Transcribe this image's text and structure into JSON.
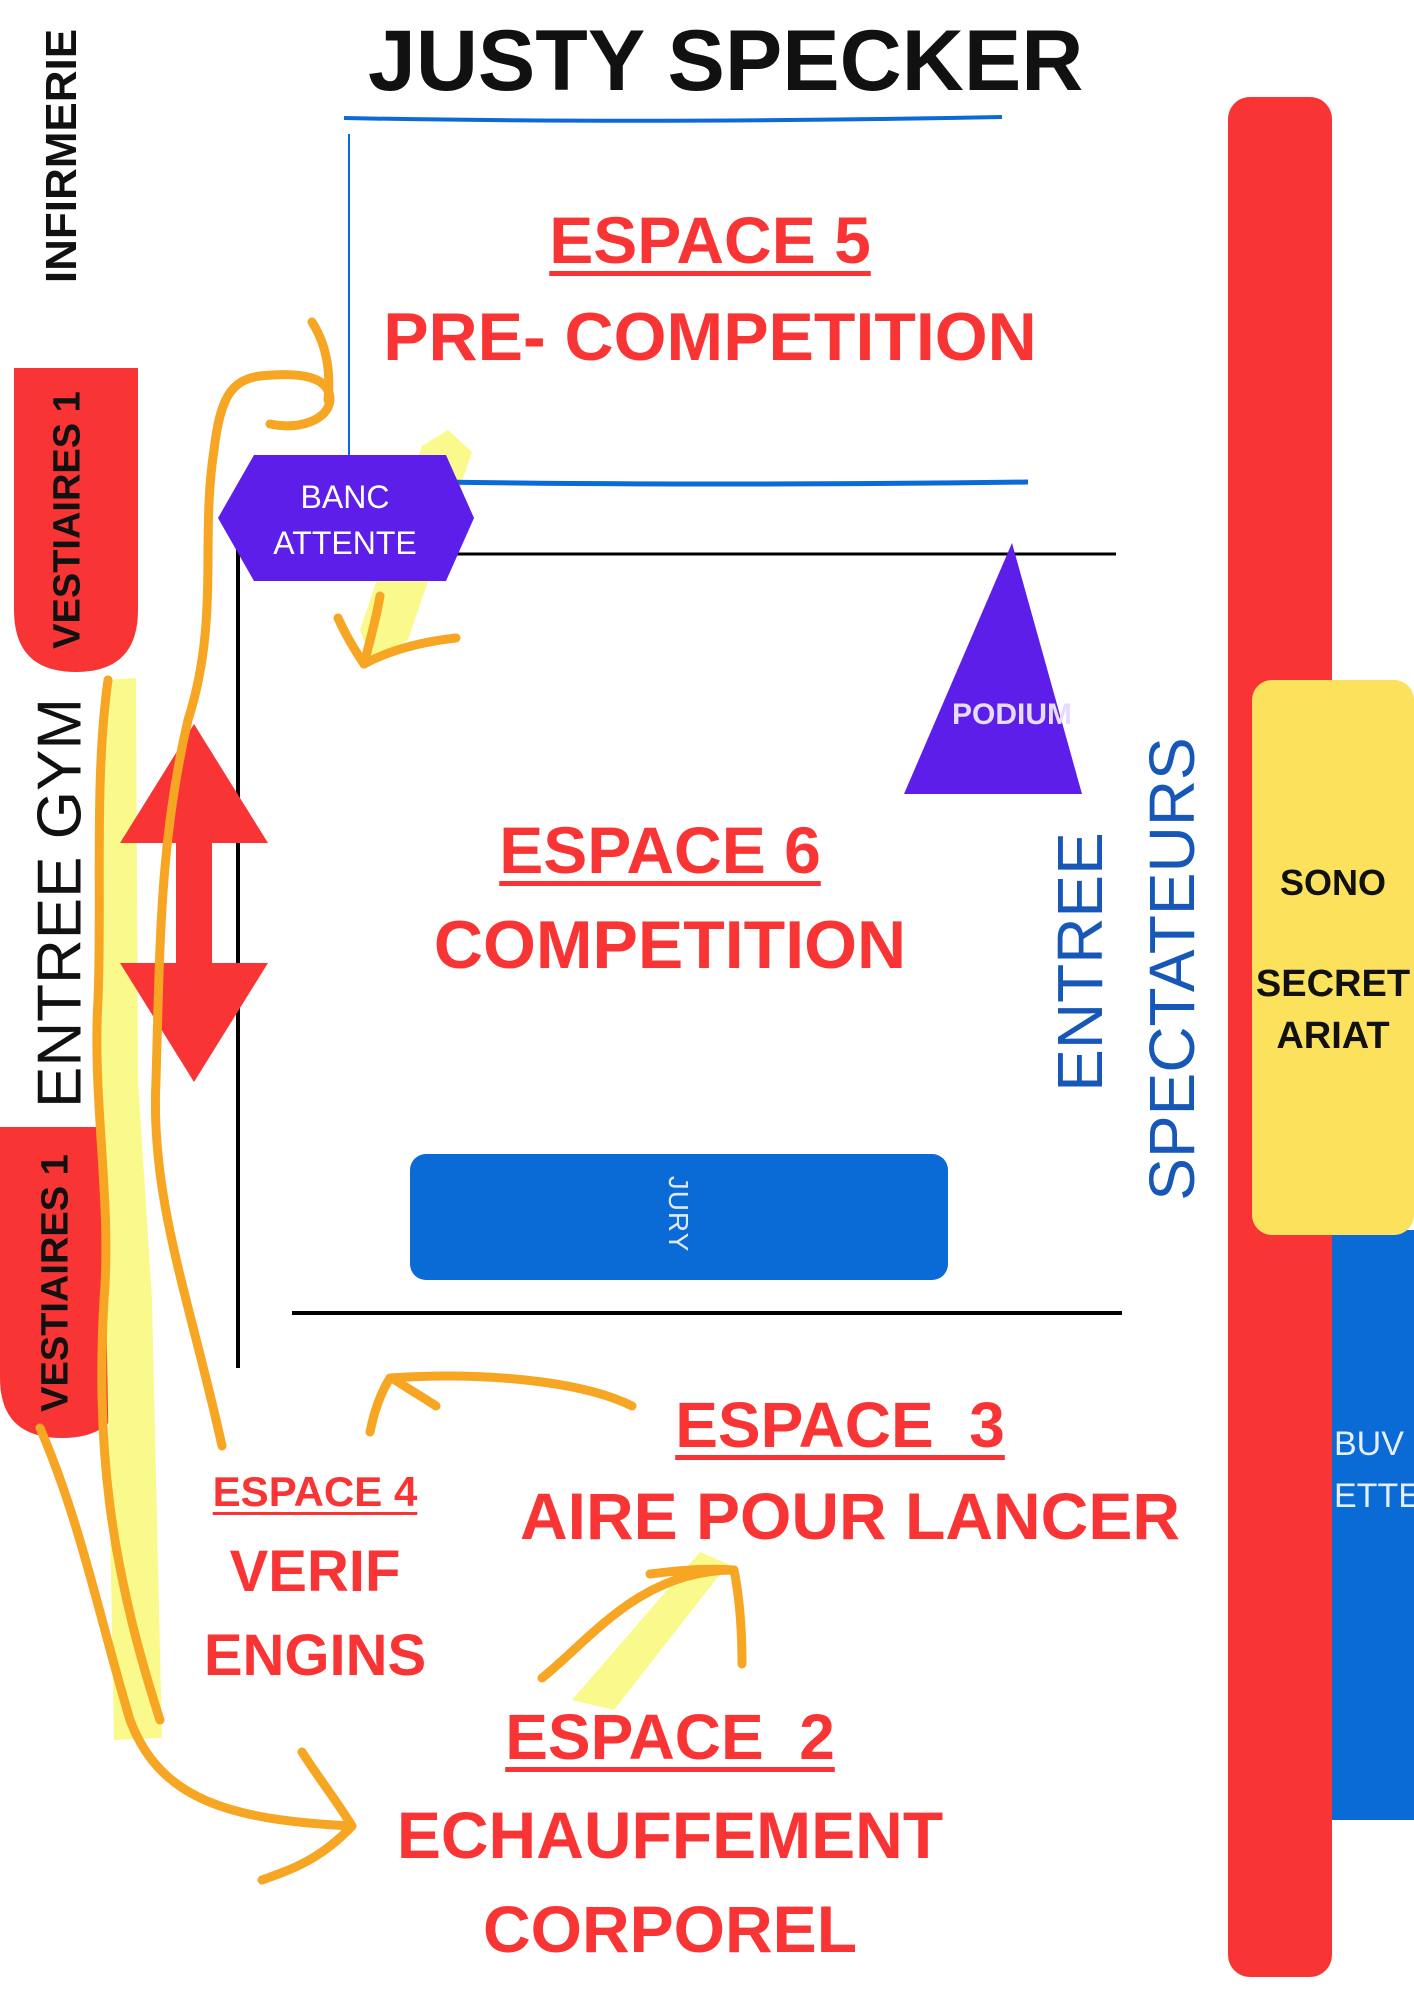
{
  "title": "JUSTY SPECKER",
  "colors": {
    "red": "#f83434",
    "purple": "#5c1ee8",
    "blue": "#0a6ad6",
    "yellow": "#fbe15c",
    "orange": "#f6a623",
    "highlight": "#fafa8c",
    "dark_blue_text": "#1657b8"
  },
  "labels": {
    "infirmerie": "INFIRMERIE",
    "vestiaires_top": "VESTIAIRES 1",
    "vestiaires_bottom": "VESTIAIRES 1",
    "entree_gym": "ENTREE GYM",
    "banc_attente_line1": "BANC",
    "banc_attente_line2": "ATTENTE",
    "podium": "PODIUM",
    "jury": "JURY",
    "entree_spectateurs_line1": "ENTREE",
    "entree_spectateurs_line2": "SPECTATEURS",
    "sono": "SONO",
    "secretariat_line1": "SECRET",
    "secretariat_line2": "ARIAT",
    "buvette_line1": "BUV",
    "buvette_line2": "ETTE"
  },
  "espaces": {
    "espace5": {
      "heading": "ESPACE 5",
      "name": "PRE- COMPETITION"
    },
    "espace6": {
      "heading": "ESPACE 6",
      "name": "COMPETITION"
    },
    "espace3": {
      "heading": "ESPACE  3",
      "name": "AIRE POUR LANCER"
    },
    "espace4": {
      "heading": "ESPACE 4",
      "name_line1": "VERIF",
      "name_line2": "ENGINS"
    },
    "espace2": {
      "heading": "ESPACE  2",
      "name_line1": "ECHAUFFEMENT",
      "name_line2": "CORPOREL"
    }
  },
  "icons": {
    "double_arrow": "double-arrow-icon",
    "banc": "hexagon-shape",
    "podium": "triangle-shape"
  }
}
